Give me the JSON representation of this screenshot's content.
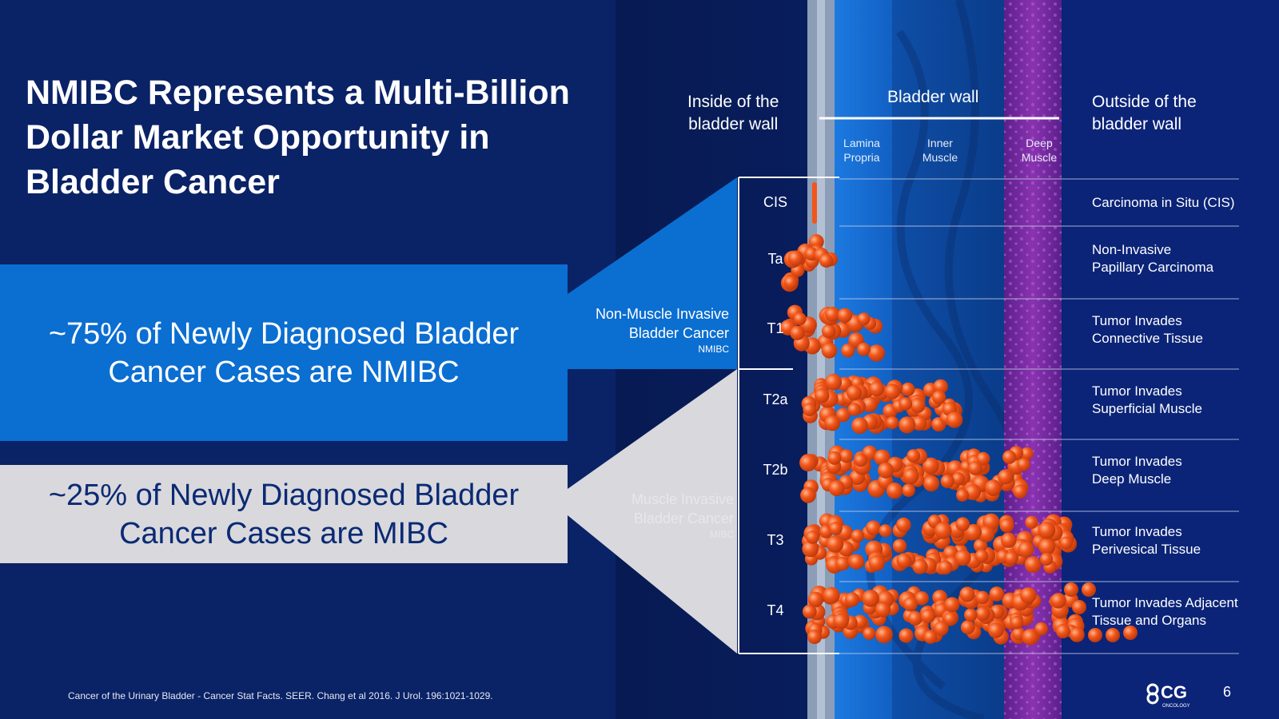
{
  "title": "NMIBC Represents a Multi-Billion Dollar Market Opportunity in Bladder Cancer",
  "bands": {
    "nmibc": "~75% of Newly Diagnosed Bladder\nCancer Cases are NMIBC",
    "mibc": "~25% of Newly Diagnosed Bladder\nCancer Cases are MIBC"
  },
  "categories": {
    "nmibc": {
      "line1": "Non-Muscle Invasive",
      "line2": "Bladder Cancer",
      "abbr": "NMIBC"
    },
    "mibc": {
      "line1": "Muscle Invasive",
      "line2": "Bladder Cancer",
      "abbr": "MIBC"
    }
  },
  "headers": {
    "inside": "Inside of the\nbladder wall",
    "wall": "Bladder wall",
    "outside": "Outside of the\nbladder wall",
    "layers": [
      "Lamina\nPropria",
      "Inner\nMuscle",
      "Deep\nMuscle"
    ]
  },
  "stages": [
    {
      "code": "CIS",
      "desc": "Carcinoma in Situ (CIS)"
    },
    {
      "code": "Ta",
      "desc": "Non-Invasive\nPapillary Carcinoma"
    },
    {
      "code": "T1",
      "desc": "Tumor Invades\nConnective Tissue"
    },
    {
      "code": "T2a",
      "desc": "Tumor Invades\nSuperficial Muscle"
    },
    {
      "code": "T2b",
      "desc": "Tumor Invades\nDeep Muscle"
    },
    {
      "code": "T3",
      "desc": "Tumor Invades\nPerivesical Tissue"
    },
    {
      "code": "T4",
      "desc": "Tumor Invades Adjacent\nTissue and Organs"
    }
  ],
  "footnote": "Cancer of the Urinary Bladder - Cancer Stat Facts. SEER. Chang et al 2016. J Urol. 196:1021-1029.",
  "logo": {
    "text": "CG",
    "subtext": "ONCOLOGY"
  },
  "page_number": "6",
  "colors": {
    "background": "#0a2266",
    "nmibc_band": "#0b6ed1",
    "mibc_band": "#d9d8dc",
    "tumor": "#f2561a",
    "deep_muscle": "#7a2ba0",
    "lamina": "#1f7fe0"
  }
}
